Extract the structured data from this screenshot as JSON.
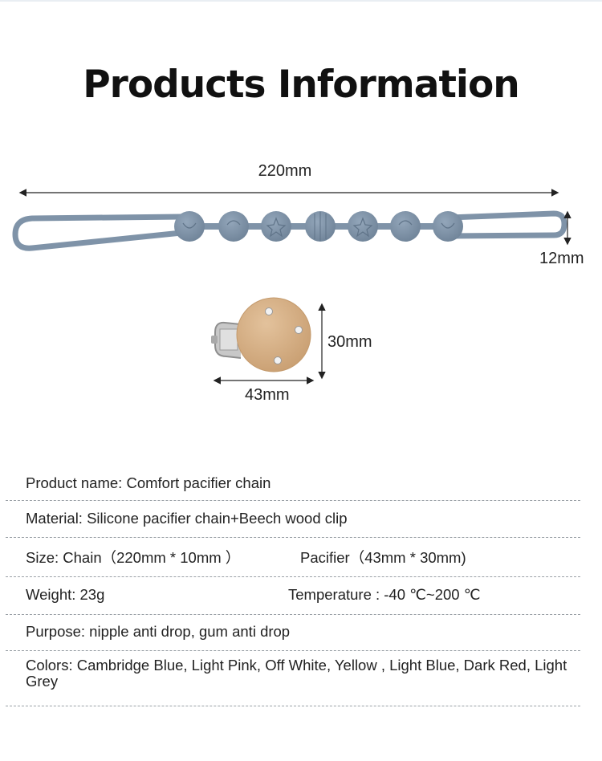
{
  "title": "Products Information",
  "dimensions": {
    "chain_length": "220mm",
    "chain_height": "12mm",
    "clip_height": "30mm",
    "clip_width": "43mm"
  },
  "colors": {
    "silicone": "#7f93a8",
    "silicone_dark": "#6d8196",
    "wood": "#d9b48c",
    "wood_dark": "#c99f72",
    "metal": "#b9b9b9"
  },
  "info": {
    "product_name": "Product name: Comfort pacifier chain",
    "material": "Material: Silicone pacifier chain+Beech wood clip",
    "size_chain": "Size: Chain（220mm * 10mm ）",
    "size_pacifier": "Pacifier（43mm * 30mm)",
    "weight": "Weight: 23g",
    "temperature": "Temperature : -40 ℃~200 ℃",
    "purpose": "Purpose: nipple anti drop, gum anti drop",
    "colors_list": "Colors: Cambridge Blue, Light Pink, Off White, Yellow , Light Blue, Dark Red, Light Grey"
  }
}
